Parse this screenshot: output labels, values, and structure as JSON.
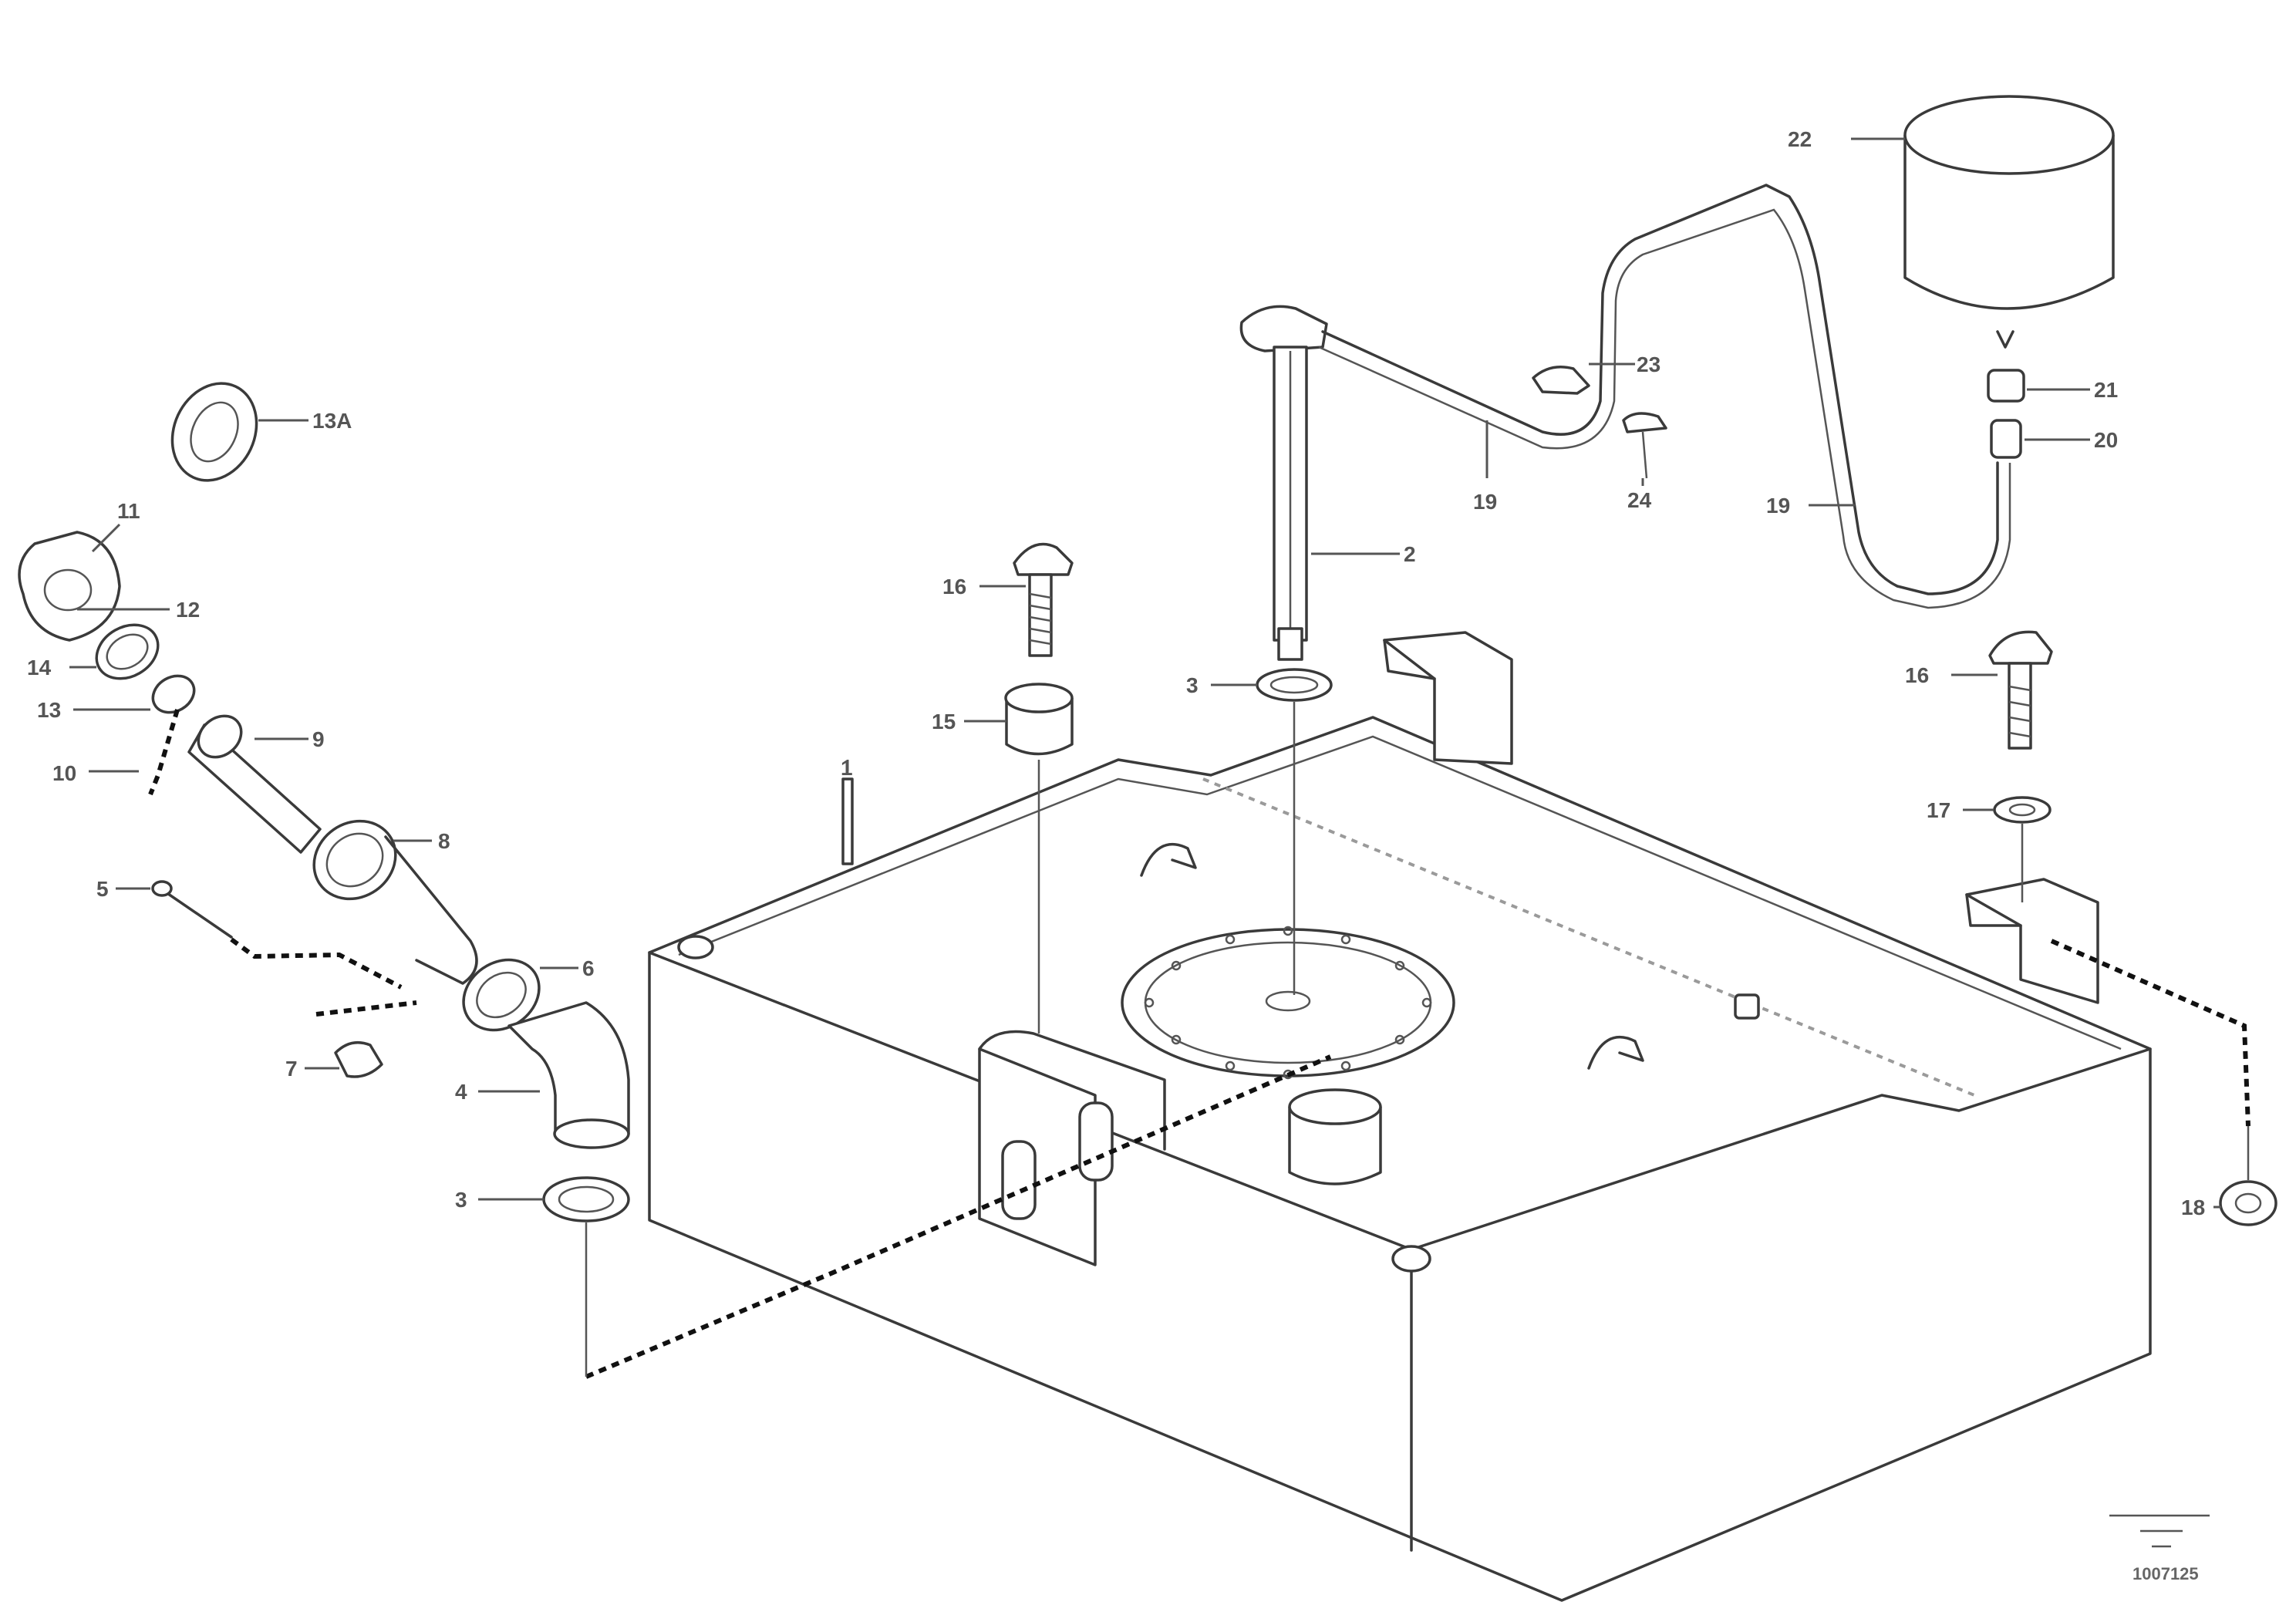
{
  "callouts": [
    {
      "id": "c13a",
      "text": "13A"
    },
    {
      "id": "c11",
      "text": "11"
    },
    {
      "id": "c12",
      "text": "12"
    },
    {
      "id": "c14",
      "text": "14"
    },
    {
      "id": "c13",
      "text": "13"
    },
    {
      "id": "c10",
      "text": "10"
    },
    {
      "id": "c9",
      "text": "9"
    },
    {
      "id": "c8",
      "text": "8"
    },
    {
      "id": "c6",
      "text": "6"
    },
    {
      "id": "c5",
      "text": "5"
    },
    {
      "id": "c7",
      "text": "7"
    },
    {
      "id": "c4",
      "text": "4"
    },
    {
      "id": "c3",
      "text": "3"
    },
    {
      "id": "c1",
      "text": "1"
    },
    {
      "id": "c16",
      "text": "16"
    },
    {
      "id": "c15",
      "text": "15"
    },
    {
      "id": "c2",
      "text": "2"
    },
    {
      "id": "c3b",
      "text": "3"
    },
    {
      "id": "c22",
      "text": "22"
    },
    {
      "id": "c23",
      "text": "23"
    },
    {
      "id": "c19a",
      "text": "19"
    },
    {
      "id": "c24",
      "text": "24"
    },
    {
      "id": "c21",
      "text": "21"
    },
    {
      "id": "c20",
      "text": "20"
    },
    {
      "id": "c19b",
      "text": "19"
    },
    {
      "id": "c16b",
      "text": "16"
    },
    {
      "id": "c17",
      "text": "17"
    },
    {
      "id": "c18",
      "text": "18"
    }
  ],
  "drawing_code": "1007125"
}
